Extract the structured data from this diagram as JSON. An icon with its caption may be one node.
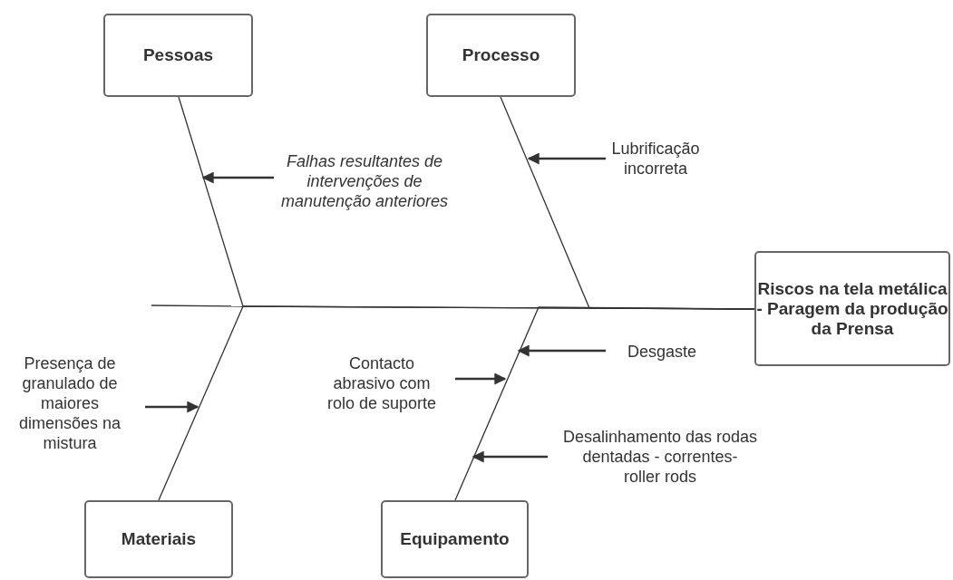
{
  "diagram": {
    "nodes": [
      {
        "text": [
          "Pessoas"
        ]
      },
      {
        "text": [
          "Processo"
        ]
      },
      {
        "text": [
          "Riscos na tela metálica - Paragem da produção da Prensa"
        ]
      },
      {
        "text": [
          "Materiais"
        ]
      },
      {
        "text": [
          "Equipamento"
        ]
      },
      {
        "text": [
          "Falhas resultantes de intervenções de manutenção anteriores"
        ]
      },
      {
        "text": [
          "Lubrificação incorreta"
        ]
      },
      {
        "text": [
          "Presença de granulado de maiores dimensões na mistura"
        ]
      },
      {
        "text": [
          "Contacto abrasivo com rolo de suporte"
        ]
      },
      {
        "text": [
          "Desgaste"
        ]
      },
      {
        "text": [
          "Desalinhamento das rodas dentadas - correntes- roller rods"
        ]
      }
    ],
    "edges": [
      {
        "from": 0,
        "to": 2,
        "arrow": "none"
      },
      {
        "from": 1,
        "to": 2,
        "arrow": "none"
      },
      {
        "from": 3,
        "to": 2,
        "arrow": "none"
      },
      {
        "from": 4,
        "to": 2,
        "arrow": "none"
      },
      {
        "from": 5,
        "to": null,
        "arrow": "to"
      },
      {
        "from": 6,
        "to": null,
        "arrow": "to"
      },
      {
        "from": 7,
        "to": null,
        "arrow": "to"
      },
      {
        "from": 8,
        "to": null,
        "arrow": "to"
      },
      {
        "from": 9,
        "to": null,
        "arrow": "to"
      },
      {
        "from": 10,
        "to": null,
        "arrow": "to"
      }
    ]
  }
}
